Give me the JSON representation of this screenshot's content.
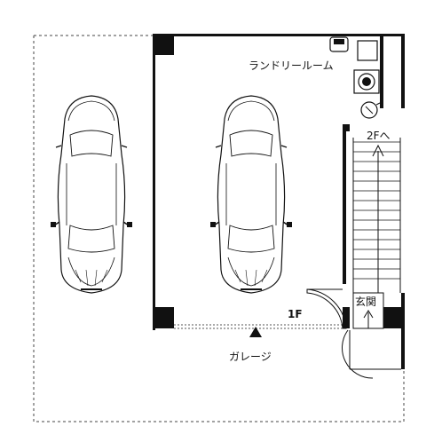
{
  "plan": {
    "floor": "1F",
    "rooms": {
      "laundry": "ランドリールーム",
      "entrance": "玄関",
      "garage": "ガレージ"
    },
    "stairs_label": "2Fへ"
  },
  "colors": {
    "wall": "#000000",
    "line": "#222222",
    "dashed": "#444444",
    "background": "#ffffff"
  },
  "icons": [
    "car-icon",
    "car-icon",
    "chair-icon",
    "washing-machine-icon",
    "sink-icon",
    "arrow-up-icon",
    "triangle-marker-icon"
  ]
}
